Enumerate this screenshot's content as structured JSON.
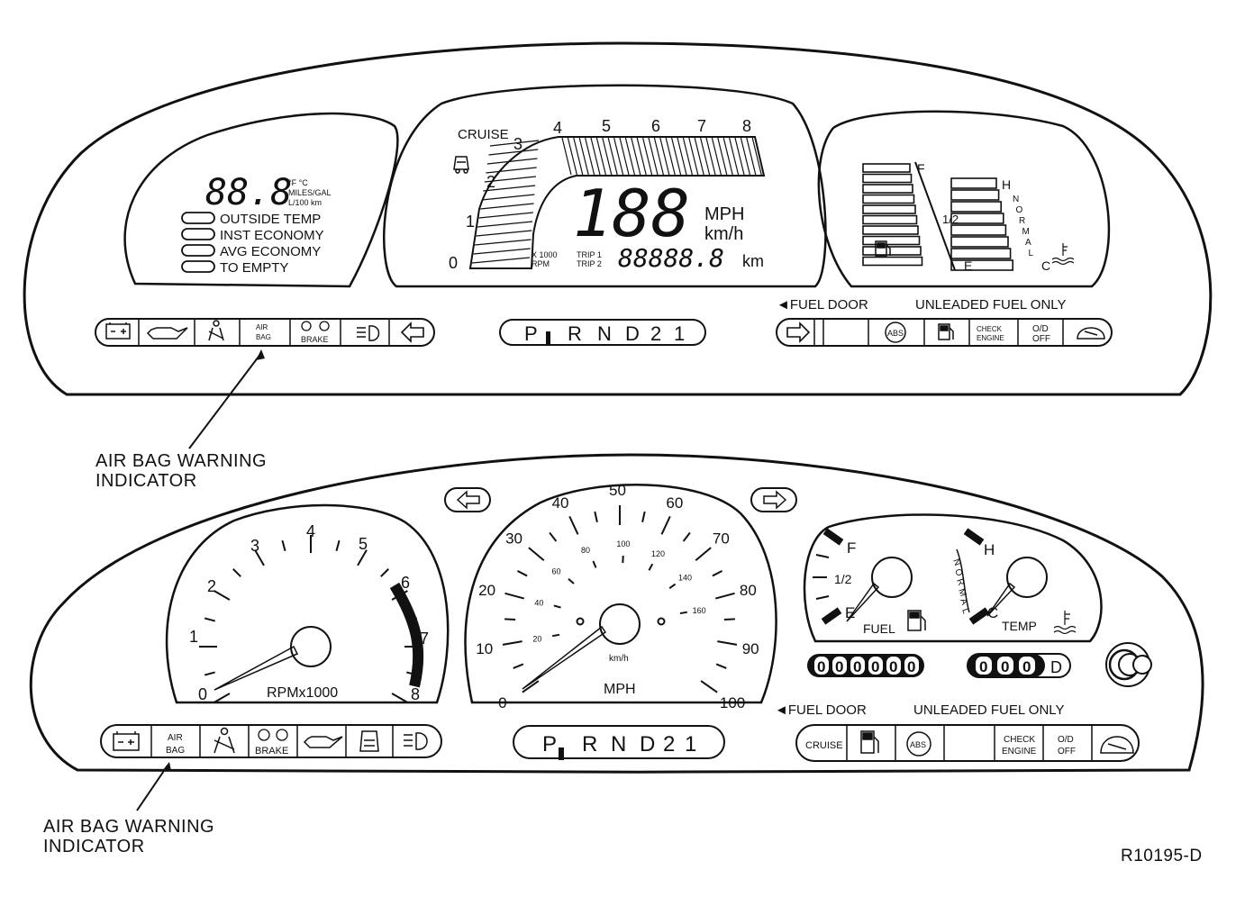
{
  "upper": {
    "message_center": {
      "display": "88.8",
      "units": [
        "°F °C",
        "MILES/GAL",
        "L/100 km"
      ],
      "modes": [
        "OUTSIDE TEMP",
        "INST ECONOMY",
        "AVG ECONOMY",
        "TO EMPTY"
      ]
    },
    "tach": {
      "cruise": "CRUISE",
      "ticks": [
        "0",
        "1",
        "2",
        "3",
        "4",
        "5",
        "6",
        "7",
        "8"
      ],
      "rpm_label": [
        "X 1000",
        "RPM"
      ],
      "trip_label": [
        "TRIP 1",
        "TRIP 2"
      ]
    },
    "speed": {
      "value": "188",
      "units": [
        "MPH",
        "km/h"
      ]
    },
    "odometer": {
      "value": "88888.8",
      "unit": "km"
    },
    "fuel_gauge": {
      "full": "F",
      "half": "1/2",
      "empty": "E"
    },
    "temp_gauge": {
      "hot": "H",
      "normal": [
        "N",
        "O",
        "R",
        "M",
        "A",
        "L"
      ],
      "cold": "C"
    },
    "fuel_door": "◄FUEL DOOR",
    "unleaded": "UNLEADED FUEL ONLY",
    "prnd": [
      "P",
      "R",
      "N",
      "D",
      "2",
      "1"
    ],
    "left_indicators": [
      "battery-icon",
      "oil-can-icon",
      "seatbelt-icon",
      "AIR BAG",
      "BRAKE",
      "headlamp-icon",
      "left-arrow-icon"
    ],
    "airbag_text": [
      "AIR",
      "BAG"
    ],
    "brake_text": "BRAKE",
    "right_indicators_text": {
      "abs": "ABS",
      "check": [
        "CHECK",
        "ENGINE"
      ],
      "od": [
        "O/D",
        "OFF"
      ]
    }
  },
  "callouts": [
    {
      "lines": [
        "AIR BAG WARNING",
        "INDICATOR"
      ]
    },
    {
      "lines": [
        "AIR BAG WARNING",
        "INDICATOR"
      ]
    }
  ],
  "lower": {
    "tach": {
      "ticks": [
        "0",
        "1",
        "2",
        "3",
        "4",
        "5",
        "6",
        "7",
        "8"
      ],
      "label": "RPMx1000"
    },
    "speedo": {
      "mph_ticks": [
        "0",
        "10",
        "20",
        "30",
        "40",
        "50",
        "60",
        "70",
        "80",
        "90",
        "100"
      ],
      "kmh_ticks": [
        "20",
        "40",
        "60",
        "80",
        "100",
        "120",
        "140",
        "160"
      ],
      "kmh_label": "km/h",
      "mph_label": "MPH"
    },
    "fuel": {
      "full": "F",
      "half": "1/2",
      "empty": "E",
      "label": "FUEL"
    },
    "temp": {
      "hot": "H",
      "cold": "C",
      "normal": [
        "N",
        "O",
        "R",
        "M",
        "A",
        "L"
      ],
      "label": "TEMP"
    },
    "odometer": "000000",
    "trip": "000",
    "trip_suffix": "D",
    "fuel_door": "◄FUEL DOOR",
    "unleaded": "UNLEADED FUEL ONLY",
    "prnd": [
      "P",
      "R",
      "N",
      "D",
      "2",
      "1"
    ],
    "airbag_text": [
      "AIR",
      "BAG"
    ],
    "brake_text": "BRAKE",
    "cruise": "CRUISE",
    "abs": "ABS",
    "check": [
      "CHECK",
      "ENGINE"
    ],
    "od": [
      "O/D",
      "OFF"
    ]
  },
  "figure_id": "R10195-D"
}
